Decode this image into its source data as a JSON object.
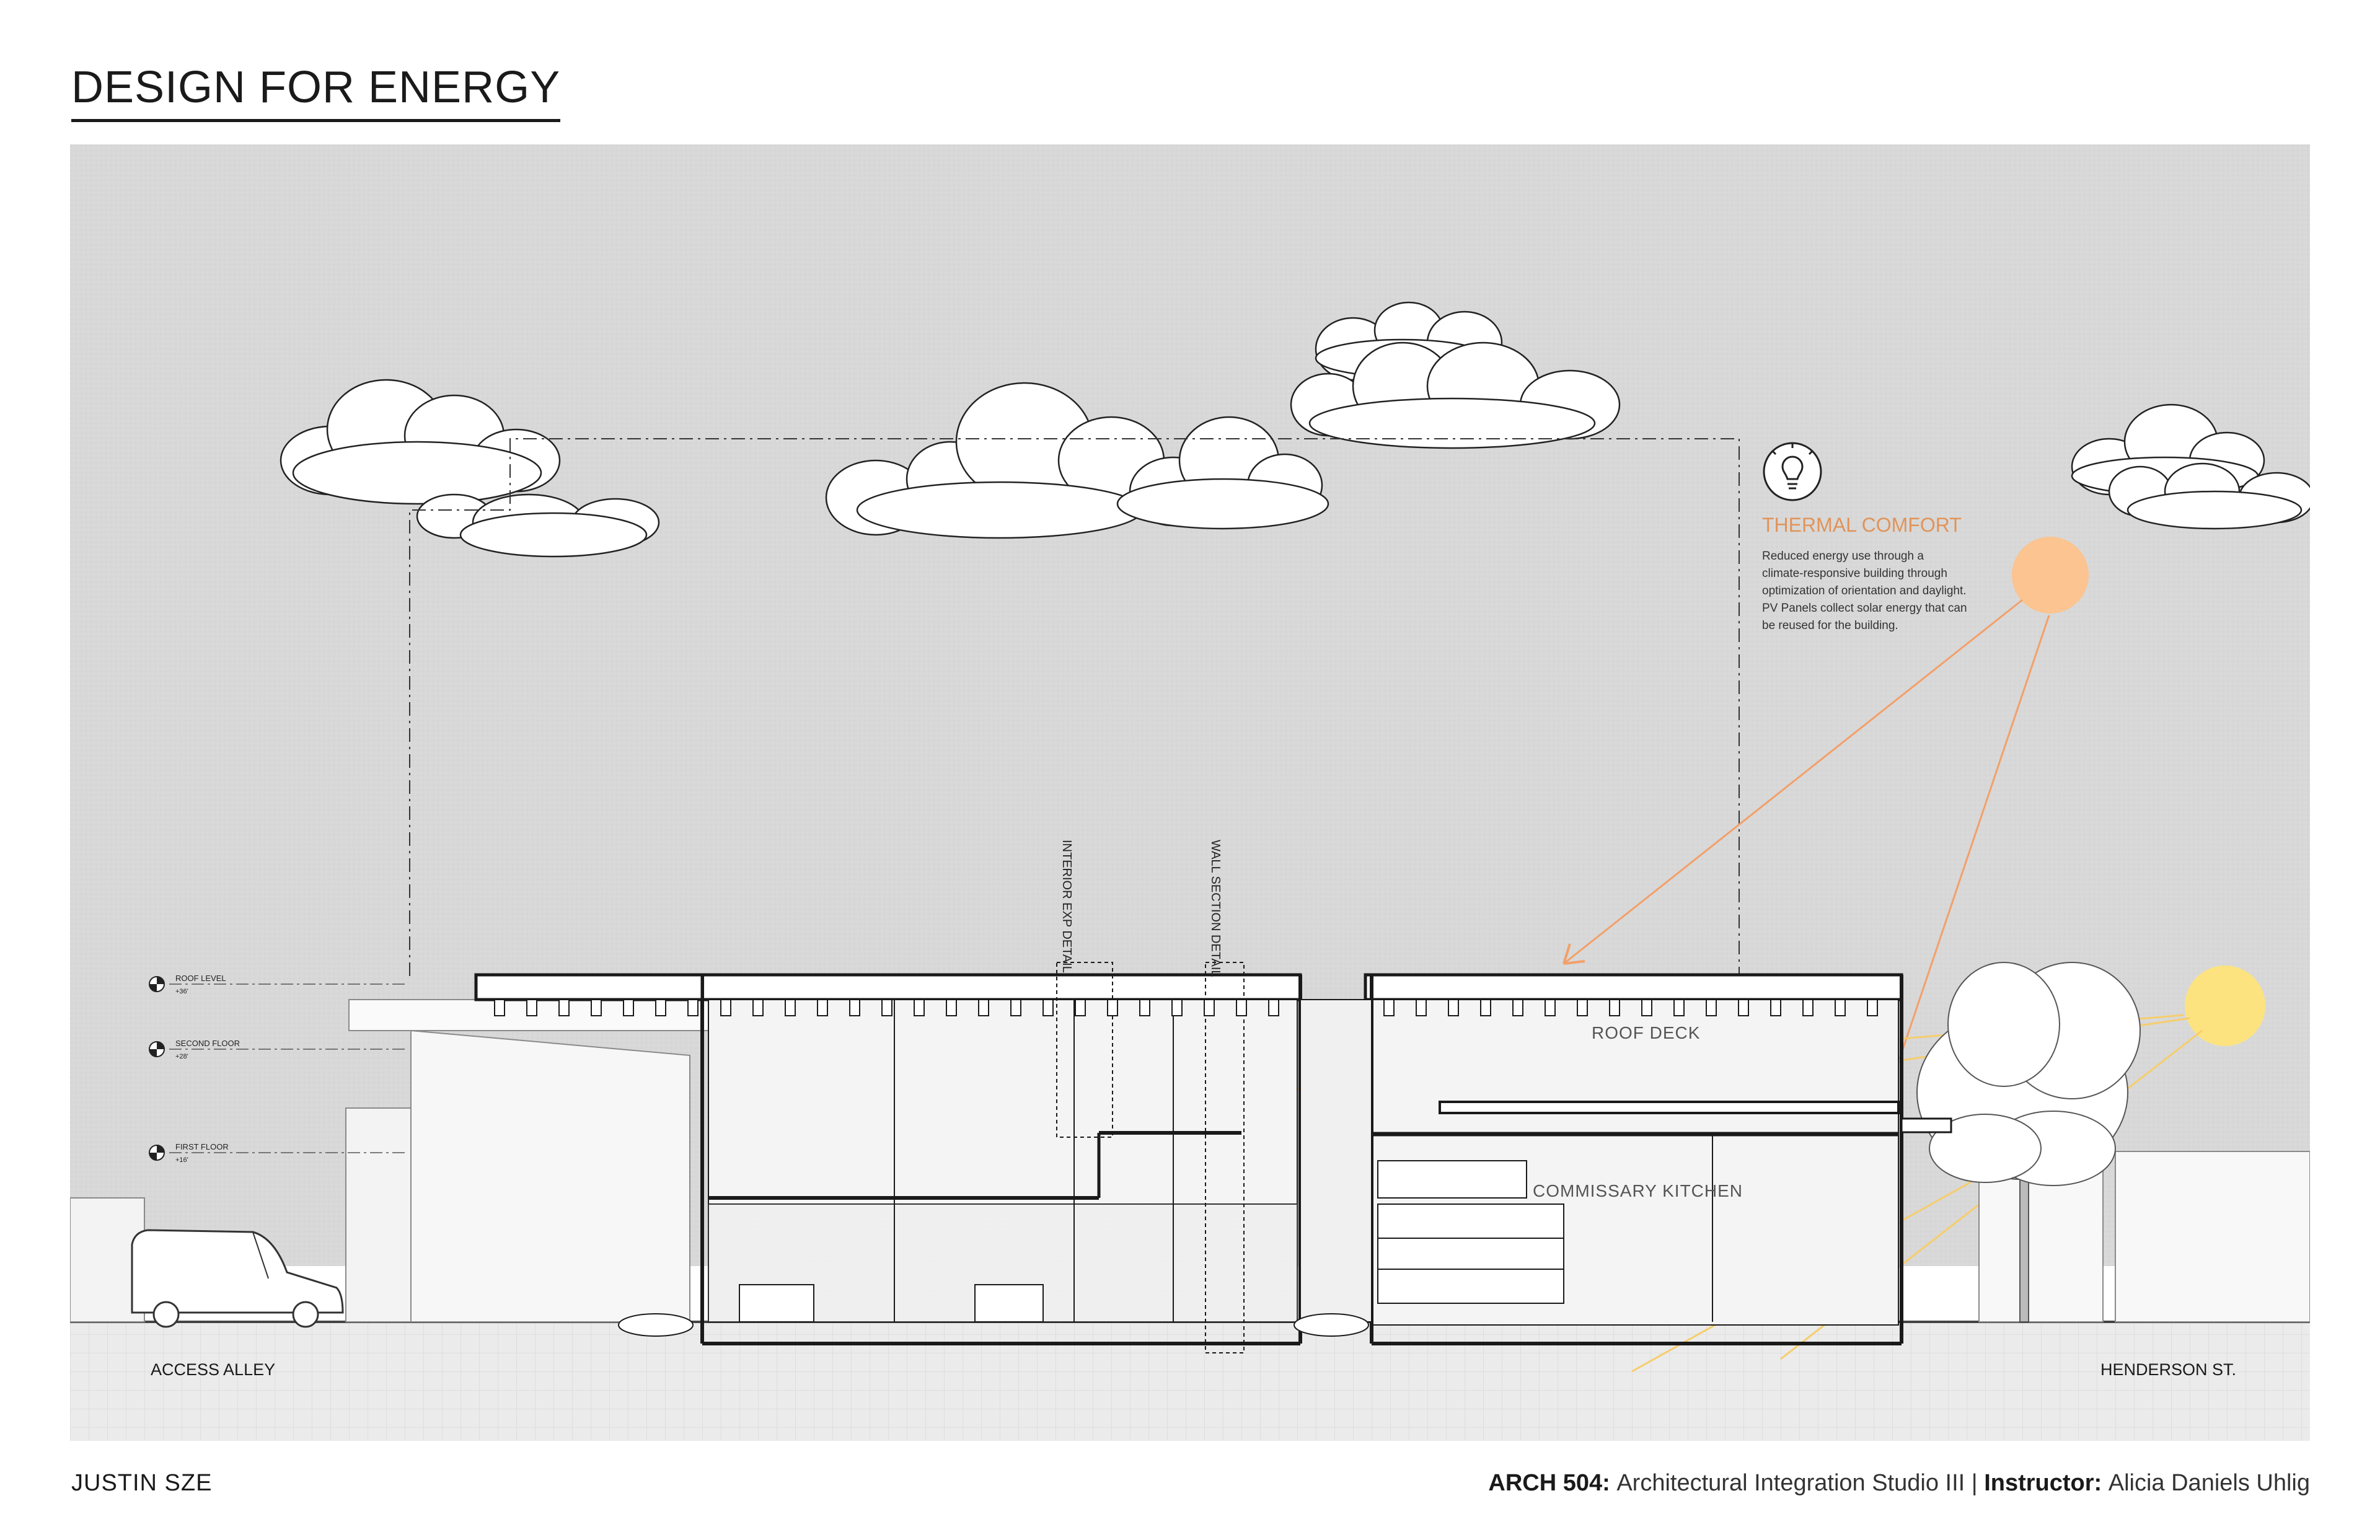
{
  "header": {
    "title": "DESIGN FOR ENERGY"
  },
  "callout": {
    "title": "THERMAL COMFORT",
    "lines": [
      "Reduced energy use through a",
      "climate-responsive building through",
      "optimization of orientation and daylight.",
      "PV Panels collect solar energy that can",
      "be reused for the building."
    ],
    "icon": "lightbulb-icon",
    "accent_color": "#e0945a"
  },
  "levels": [
    {
      "name": "ROOF LEVEL",
      "elev": "+36'"
    },
    {
      "name": "SECOND FLOOR",
      "elev": "+28'"
    },
    {
      "name": "FIRST FLOOR",
      "elev": "+16'"
    }
  ],
  "detail_tags": {
    "interior": "INTERIOR EXP DETAIL",
    "wall": "WALL SECTION DETAIL"
  },
  "spaces": {
    "roof_deck": "ROOF DECK",
    "kitchen": "COMMISSARY KITCHEN"
  },
  "streets": {
    "left": "ACCESS ALLEY",
    "right": "HENDERSON ST."
  },
  "footer": {
    "author": "JUSTIN SZE",
    "course_code": "ARCH 504:",
    "course_name": "Architectural Integration Studio III",
    "separator": "|",
    "instructor_label": "Instructor:",
    "instructor_name": "Alicia Daniels Uhlig"
  },
  "colors": {
    "sky": "#d9d9d9",
    "ground": "#e6e6e6",
    "sun_orange": "#fbc490",
    "sun_yellow": "#fde37f",
    "ray_orange": "#f2a06a",
    "ray_yellow": "#f6cd6c"
  }
}
